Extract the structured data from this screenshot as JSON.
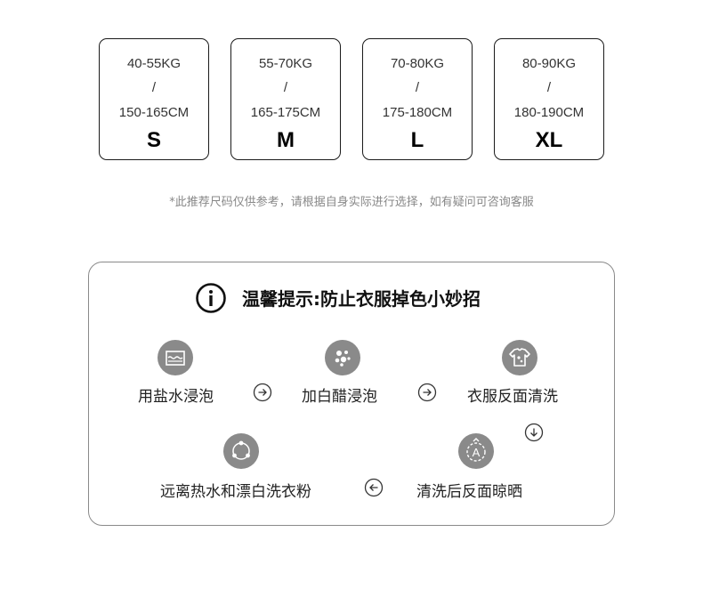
{
  "sizes": [
    {
      "weight": "40-55KG",
      "slash": "/",
      "height": "150-165CM",
      "label": "S"
    },
    {
      "weight": "55-70KG",
      "slash": "/",
      "height": "165-175CM",
      "label": "M"
    },
    {
      "weight": "70-80KG",
      "slash": "/",
      "height": "175-180CM",
      "label": "L"
    },
    {
      "weight": "80-90KG",
      "slash": "/",
      "height": "180-190CM",
      "label": "XL"
    }
  ],
  "note": "*此推荐尺码仅供参考，请根据自身实际进行选择，如有疑问可咨询客服",
  "tips": {
    "title": "温馨提示:防止衣服掉色小妙招",
    "steps": [
      {
        "label": "用盐水浸泡",
        "icon": "salt-water-basin-icon"
      },
      {
        "label": "加白醋浸泡",
        "icon": "vinegar-drops-icon"
      },
      {
        "label": "衣服反面清洗",
        "icon": "tshirt-icon"
      },
      {
        "label": "远离热水和漂白洗衣粉",
        "icon": "recycle-circle-icon"
      },
      {
        "label": "清洗后反面晾晒",
        "icon": "dry-cleaning-a-icon"
      }
    ]
  },
  "colors": {
    "icon_bg": "#8a8a8a",
    "border": "#1a1a1a",
    "note": "#888888"
  }
}
